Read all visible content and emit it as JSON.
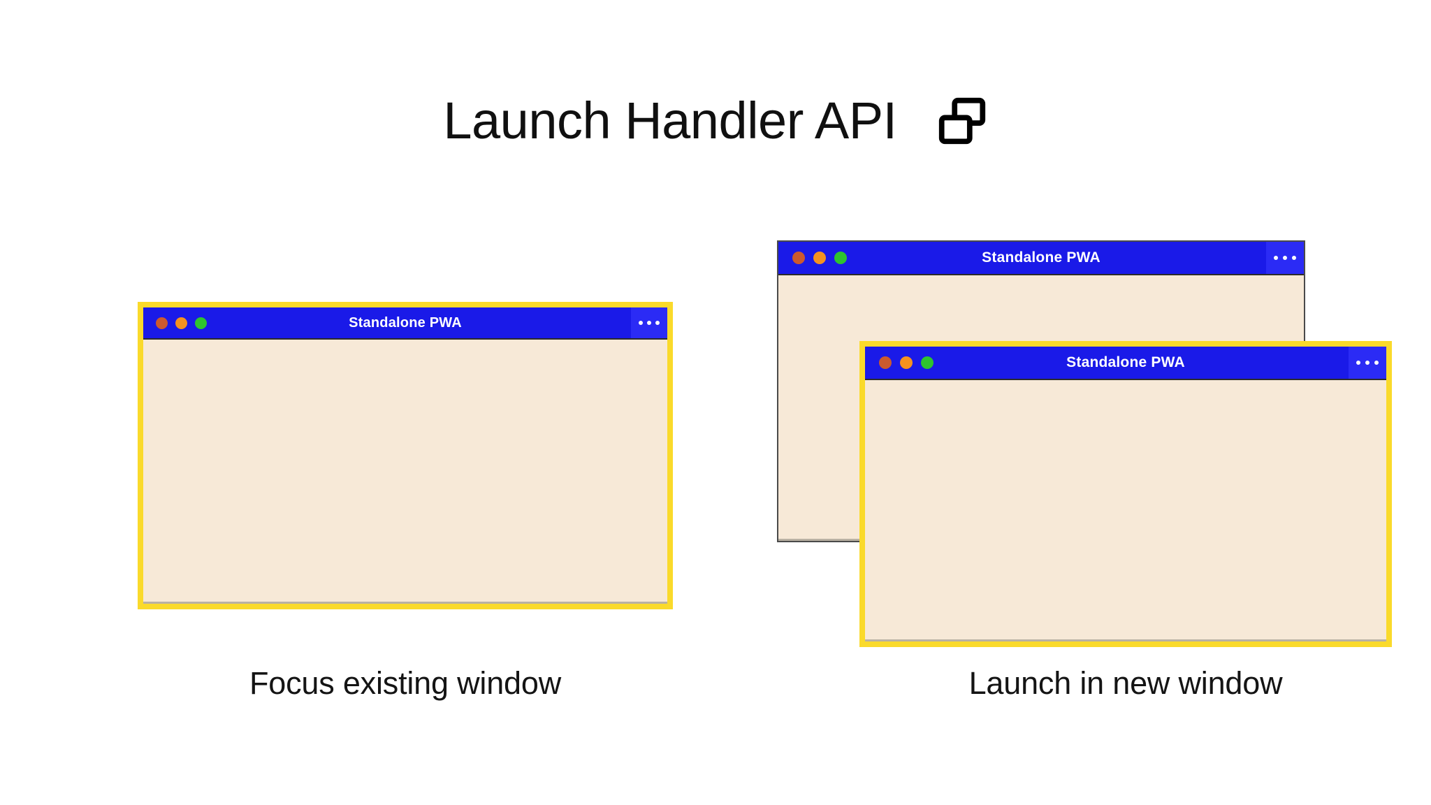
{
  "header": {
    "title": "Launch Handler API",
    "icon": "windows-overlap-icon"
  },
  "colors": {
    "background": "#ffffff",
    "titlebar_blue": "#1a1ae8",
    "menu_blue": "#2b2bf5",
    "window_body_cream": "#f7e9d7",
    "highlight_yellow": "#fada2b",
    "plain_border_gray": "#4a4a4a",
    "dot_close": "#cc5a2e",
    "dot_minimize": "#f59220",
    "dot_maximize": "#2ec42e",
    "title_text": "#101010",
    "caption_text": "#141414"
  },
  "panels": [
    {
      "id": "focus-existing",
      "caption": "Focus existing window",
      "windows": [
        {
          "id": "left-window",
          "title": "Standalone PWA",
          "highlighted": true,
          "menu_label": "···",
          "traffic_lights": [
            "close",
            "minimize",
            "maximize"
          ]
        }
      ]
    },
    {
      "id": "launch-new",
      "caption": "Launch in new window",
      "windows": [
        {
          "id": "right-back-window",
          "title": "Standalone PWA",
          "highlighted": false,
          "menu_label": "···",
          "traffic_lights": [
            "close",
            "minimize",
            "maximize"
          ]
        },
        {
          "id": "right-front-window",
          "title": "Standalone PWA",
          "highlighted": true,
          "menu_label": "···",
          "traffic_lights": [
            "close",
            "minimize",
            "maximize"
          ]
        }
      ]
    }
  ]
}
